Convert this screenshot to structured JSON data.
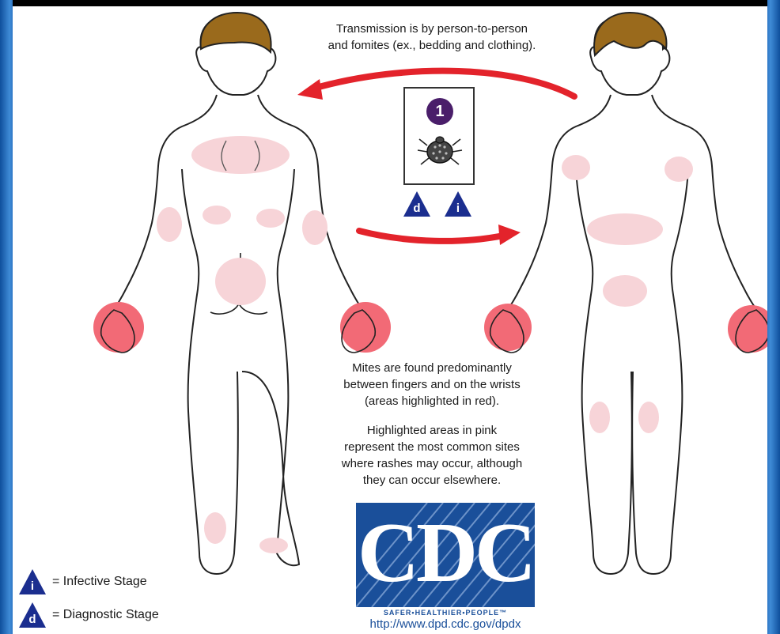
{
  "transmission_text": {
    "line1": "Transmission is by person-to-person",
    "line2": "and fomites (ex., bedding and clothing)."
  },
  "stage_card": {
    "number": "1"
  },
  "badges": {
    "diagnostic_letter": "d",
    "infective_letter": "i"
  },
  "mites_text": {
    "line1": "Mites are found predominantly",
    "line2": "between fingers and on the wrists",
    "line3": "(areas highlighted in red)."
  },
  "highlighted_text": {
    "line1": "Highlighted areas in pink",
    "line2": "represent the most common sites",
    "line3": "where rashes may occur, although",
    "line4": "they can occur elsewhere."
  },
  "legend": {
    "infective_label": "= Infective Stage",
    "diagnostic_label": "= Diagnostic Stage"
  },
  "cdc": {
    "logo_text": "CDC",
    "tagline": "SAFER•HEALTHIER•PEOPLE™",
    "url": "http://www.dpd.cdc.gov/dpdx"
  },
  "colors": {
    "hair": "#9a6a1c",
    "rash_pink": "#f7d4d8",
    "mite_red": "#f26a76",
    "arrow_red": "#e3232b",
    "triangle_blue": "#1b2e8f",
    "stage_purple": "#4a1e6a",
    "cdc_blue": "#1a4f9a"
  }
}
